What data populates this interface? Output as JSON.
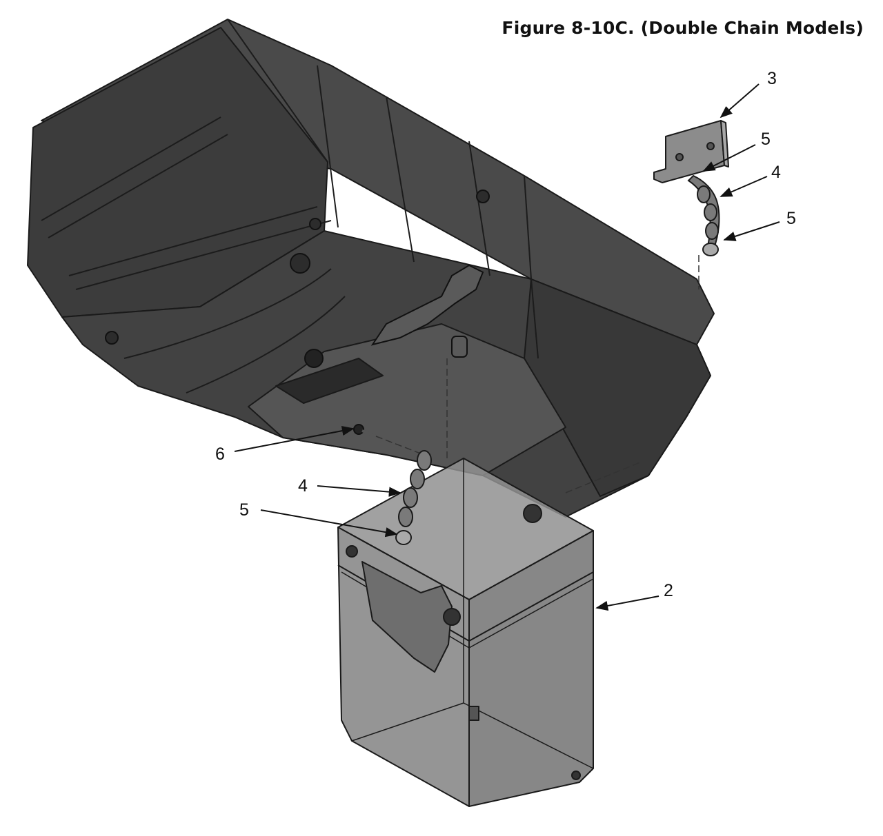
{
  "figure": {
    "title": "Figure 8-10C. (Double Chain Models)"
  },
  "callouts": [
    {
      "id": "c3",
      "label": "3"
    },
    {
      "id": "c5a",
      "label": "5"
    },
    {
      "id": "c4a",
      "label": "4"
    },
    {
      "id": "c5b",
      "label": "5"
    },
    {
      "id": "c6",
      "label": "6"
    },
    {
      "id": "c4b",
      "label": "4"
    },
    {
      "id": "c5c",
      "label": "5"
    },
    {
      "id": "c2",
      "label": "2"
    }
  ],
  "colors": {
    "body_dark": "#3a3a3a",
    "body_mid": "#4a4a4a",
    "body_light": "#5c5c5c",
    "edge": "#1a1a1a",
    "container_fill": "#8a8a8a",
    "bracket_fill": "#8c8c8c",
    "leader": "#111111"
  }
}
